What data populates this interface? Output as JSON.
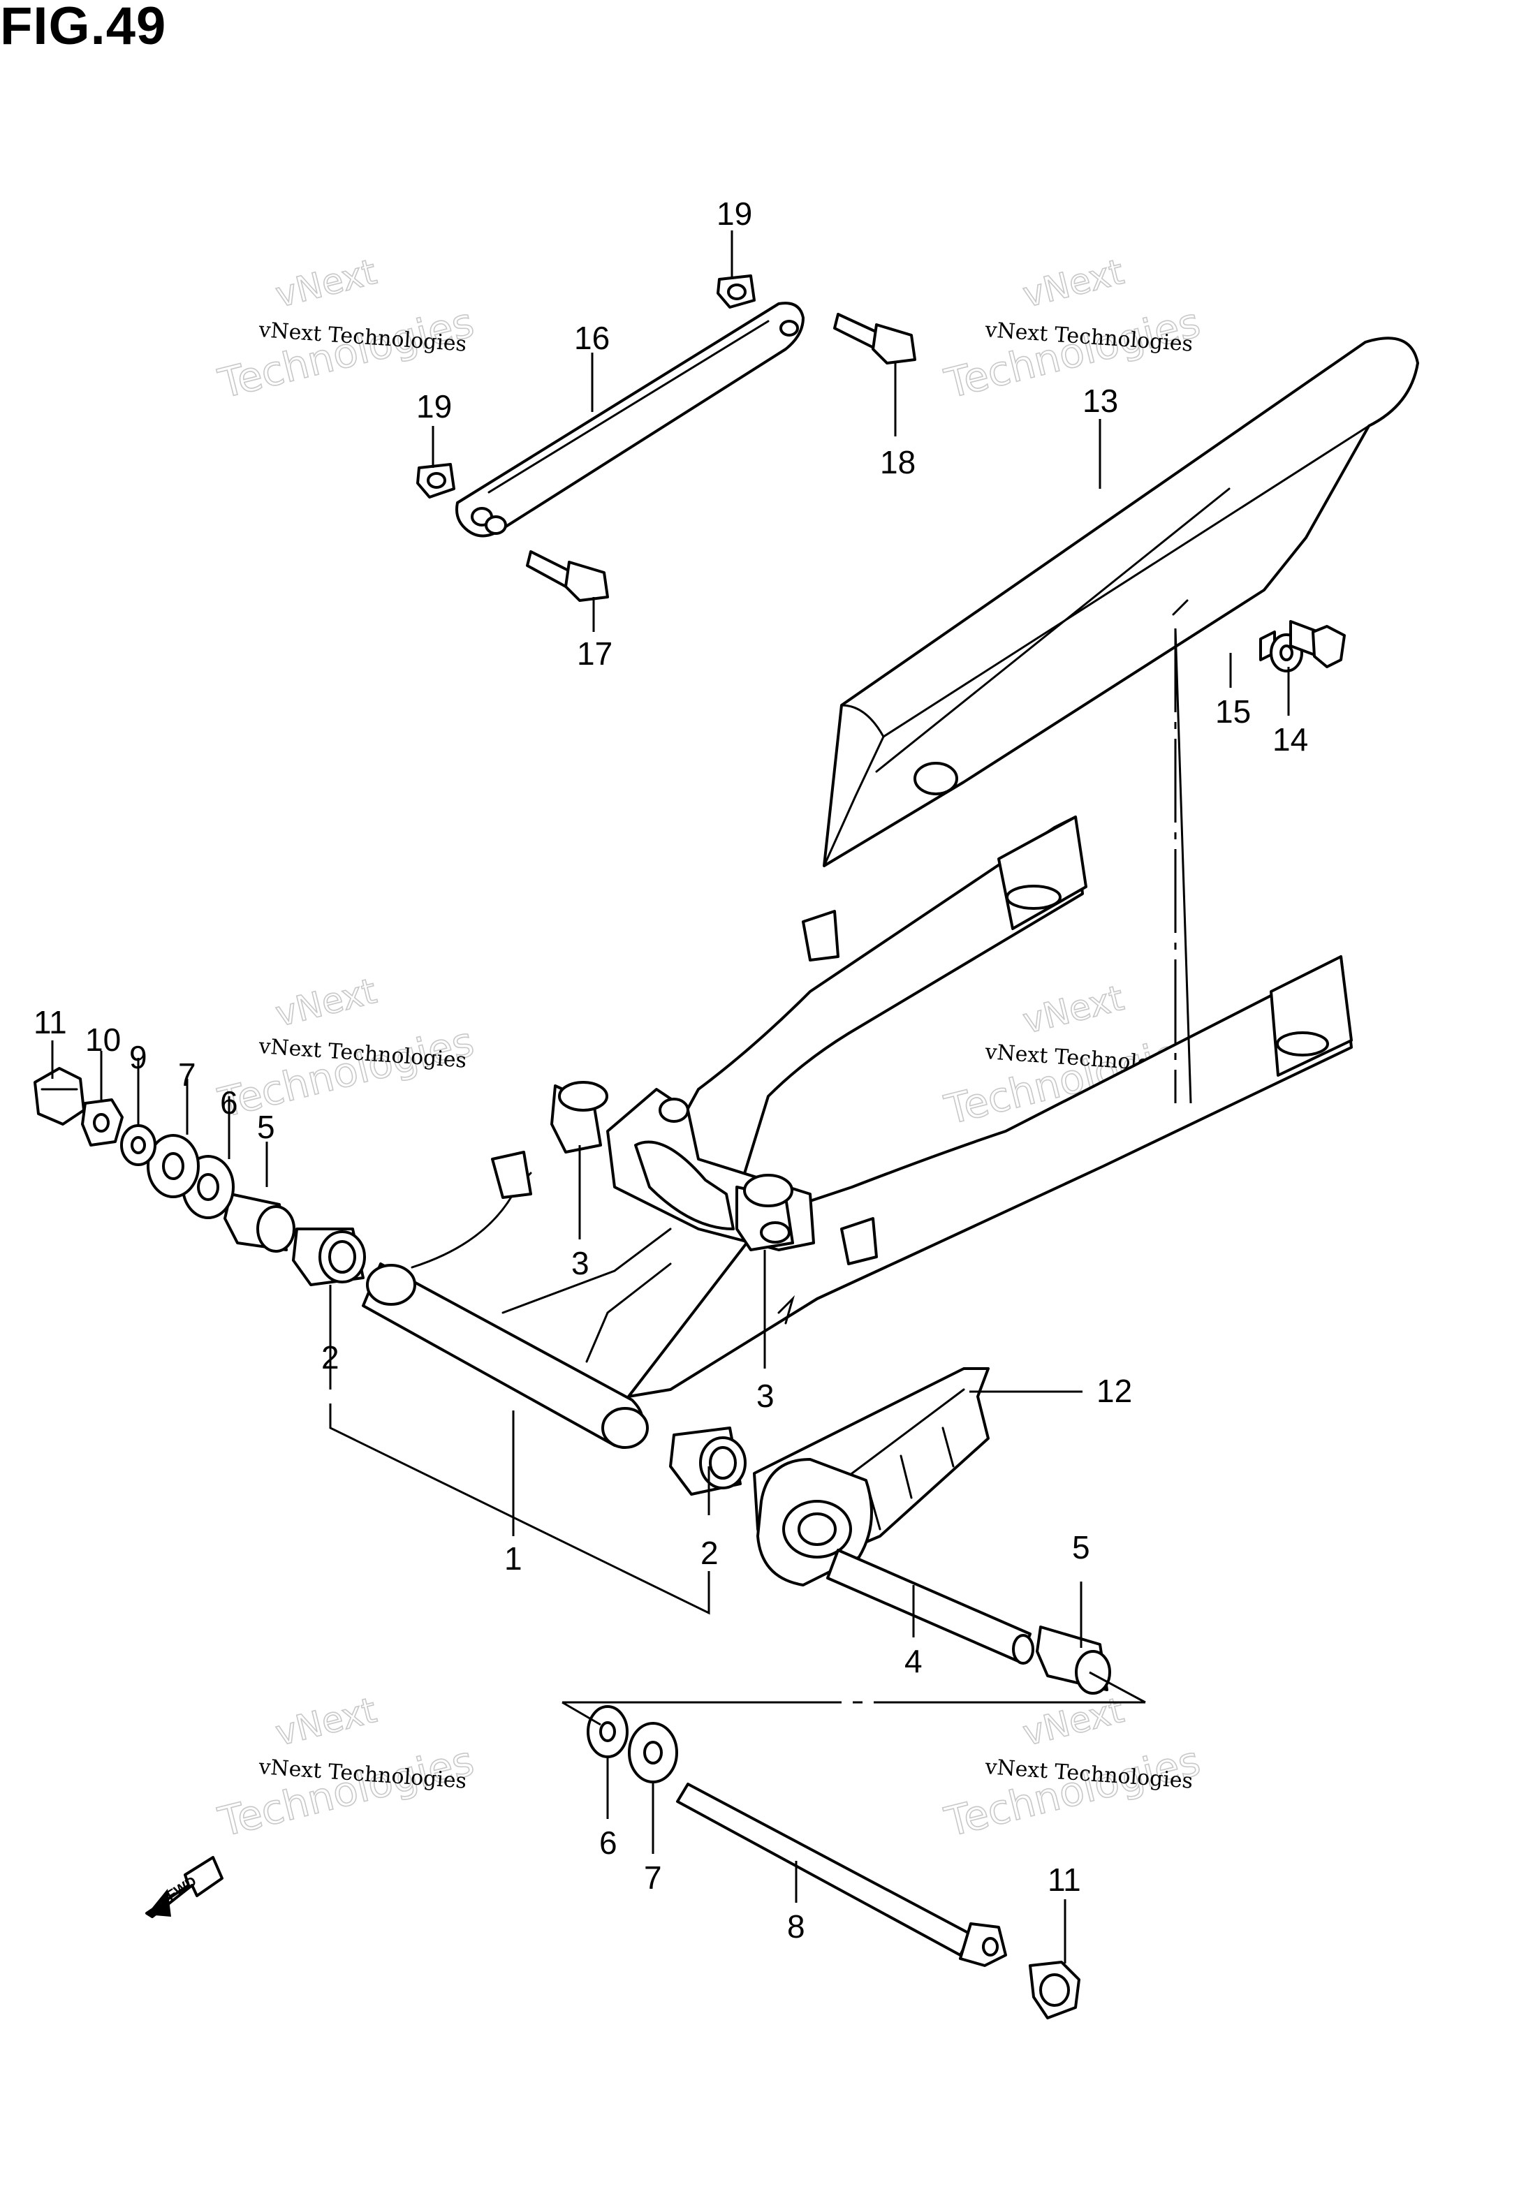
{
  "figure": {
    "title": "FIG.49"
  },
  "watermark": {
    "line1": "vNext Technologies",
    "line2": "Technologies",
    "line3": "vNext"
  },
  "fwd_label": "FWD",
  "callouts": {
    "c1": "1",
    "c2a": "2",
    "c2b": "2",
    "c3a": "3",
    "c3b": "3",
    "c4": "4",
    "c5a": "5",
    "c5b": "5",
    "c6a": "6",
    "c6b": "6",
    "c7a": "7",
    "c7b": "7",
    "c8": "8",
    "c9": "9",
    "c10": "10",
    "c11a": "11",
    "c11b": "11",
    "c12": "12",
    "c13": "13",
    "c14": "14",
    "c15": "15",
    "c16": "16",
    "c17": "17",
    "c18": "18",
    "c19a": "19",
    "c19b": "19"
  }
}
